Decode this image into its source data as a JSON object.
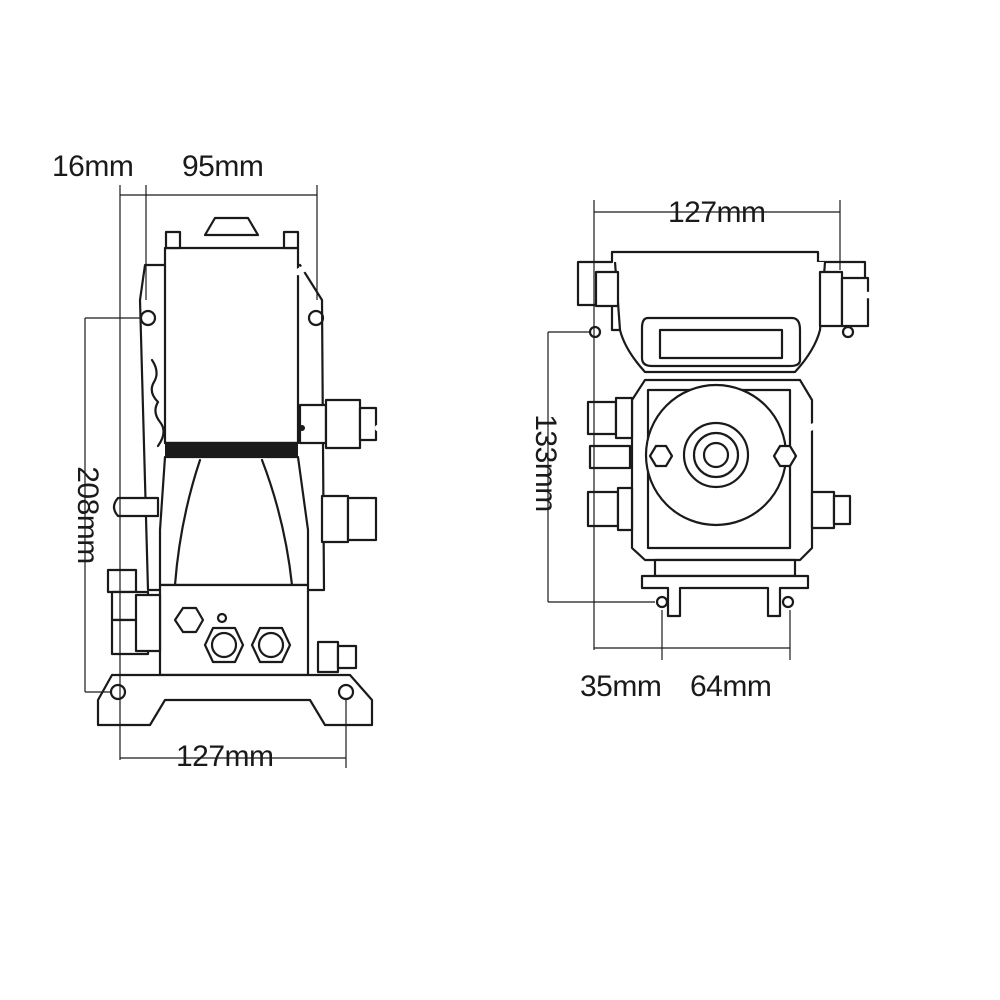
{
  "front_view": {
    "dim_left_offset": "16mm",
    "dim_body_width": "95mm",
    "dim_height": "208mm",
    "dim_base_width": "127mm"
  },
  "side_view": {
    "dim_top_width": "127mm",
    "dim_height": "133mm",
    "dim_foot_offset": "35mm",
    "dim_foot_spacing": "64mm"
  },
  "colors": {
    "line": "#1a1a1a",
    "background": "#ffffff"
  }
}
